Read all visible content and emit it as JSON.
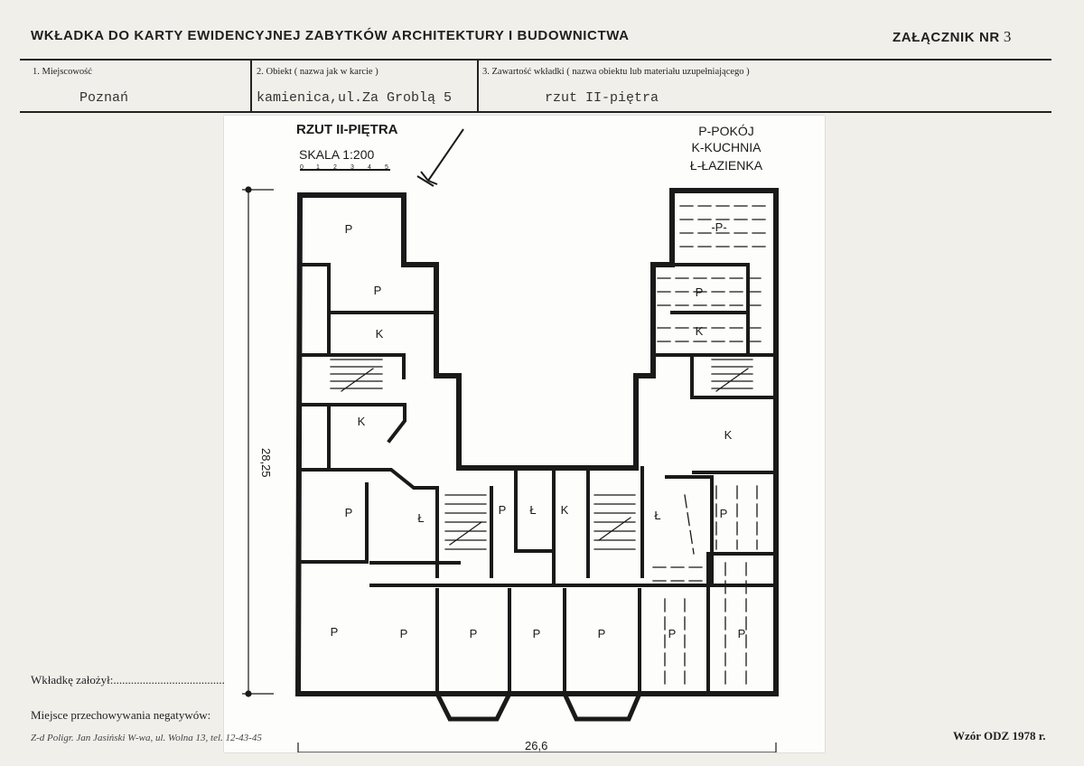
{
  "header": {
    "title": "WKŁADKA DO KARTY EWIDENCYJNEJ ZABYTKÓW ARCHITEKTURY I BUDOWNICTWA",
    "annex_label": "ZAŁĄCZNIK NR",
    "annex_number": "3"
  },
  "fields": {
    "locality_label": "1. Miejscowość",
    "locality_value": "Poznań",
    "object_label": "2. Obiekt ( nazwa jak w karcie )",
    "object_value": "kamienica,ul.Za Groblą 5",
    "content_label": "3. Zawartość wkładki ( nazwa obiektu lub materiału uzupełniającego )",
    "content_value": "rzut II-piętra"
  },
  "plan": {
    "title": "RZUT II-PIĘTRA",
    "scale": "SKALA  1:200",
    "scale_ticks": [
      "0",
      "1",
      "2",
      "3",
      "4",
      "5"
    ],
    "legend": [
      "P-POKÓJ",
      "K-KUCHNIA",
      "Ł-ŁAZIENKA"
    ],
    "dim_height": "28,25",
    "dim_width": "26,6",
    "room_labels": [
      {
        "id": "room-p-1",
        "t": "P"
      },
      {
        "id": "room-p-2",
        "t": "P"
      },
      {
        "id": "room-k-1",
        "t": "K"
      },
      {
        "id": "room-k-2",
        "t": "K"
      },
      {
        "id": "room-p-3",
        "t": "P"
      },
      {
        "id": "room-l-1",
        "t": "Ł"
      },
      {
        "id": "room-p-4",
        "t": "P"
      },
      {
        "id": "room-l-2",
        "t": "Ł"
      },
      {
        "id": "room-k-3",
        "t": "K"
      },
      {
        "id": "room-l-3",
        "t": "Ł"
      },
      {
        "id": "room-p-5",
        "t": "P"
      },
      {
        "id": "room-p-6",
        "t": "P"
      },
      {
        "id": "room-p-7",
        "t": "P"
      },
      {
        "id": "room-p-8",
        "t": "P"
      },
      {
        "id": "room-p-9",
        "t": "P"
      },
      {
        "id": "room-p-10",
        "t": "P"
      },
      {
        "id": "room-p-11",
        "t": "P"
      },
      {
        "id": "room-p-12",
        "t": "P"
      },
      {
        "id": "room-p-13",
        "t": "-P-"
      },
      {
        "id": "room-p-14",
        "t": "P"
      },
      {
        "id": "room-k-4",
        "t": "K"
      },
      {
        "id": "room-k-5",
        "t": "K"
      }
    ]
  },
  "footer": {
    "created_by_label": "Wkładkę założył:",
    "created_by_dots": "......................................",
    "negatives_label": "Miejsce przechowywania negatywów:",
    "printer": "Z-d Poligr. Jan Jasiński W-wa, ul. Wolna 13, tel. 12-43-45",
    "form_code": "Wzór ODZ 1978 r."
  }
}
